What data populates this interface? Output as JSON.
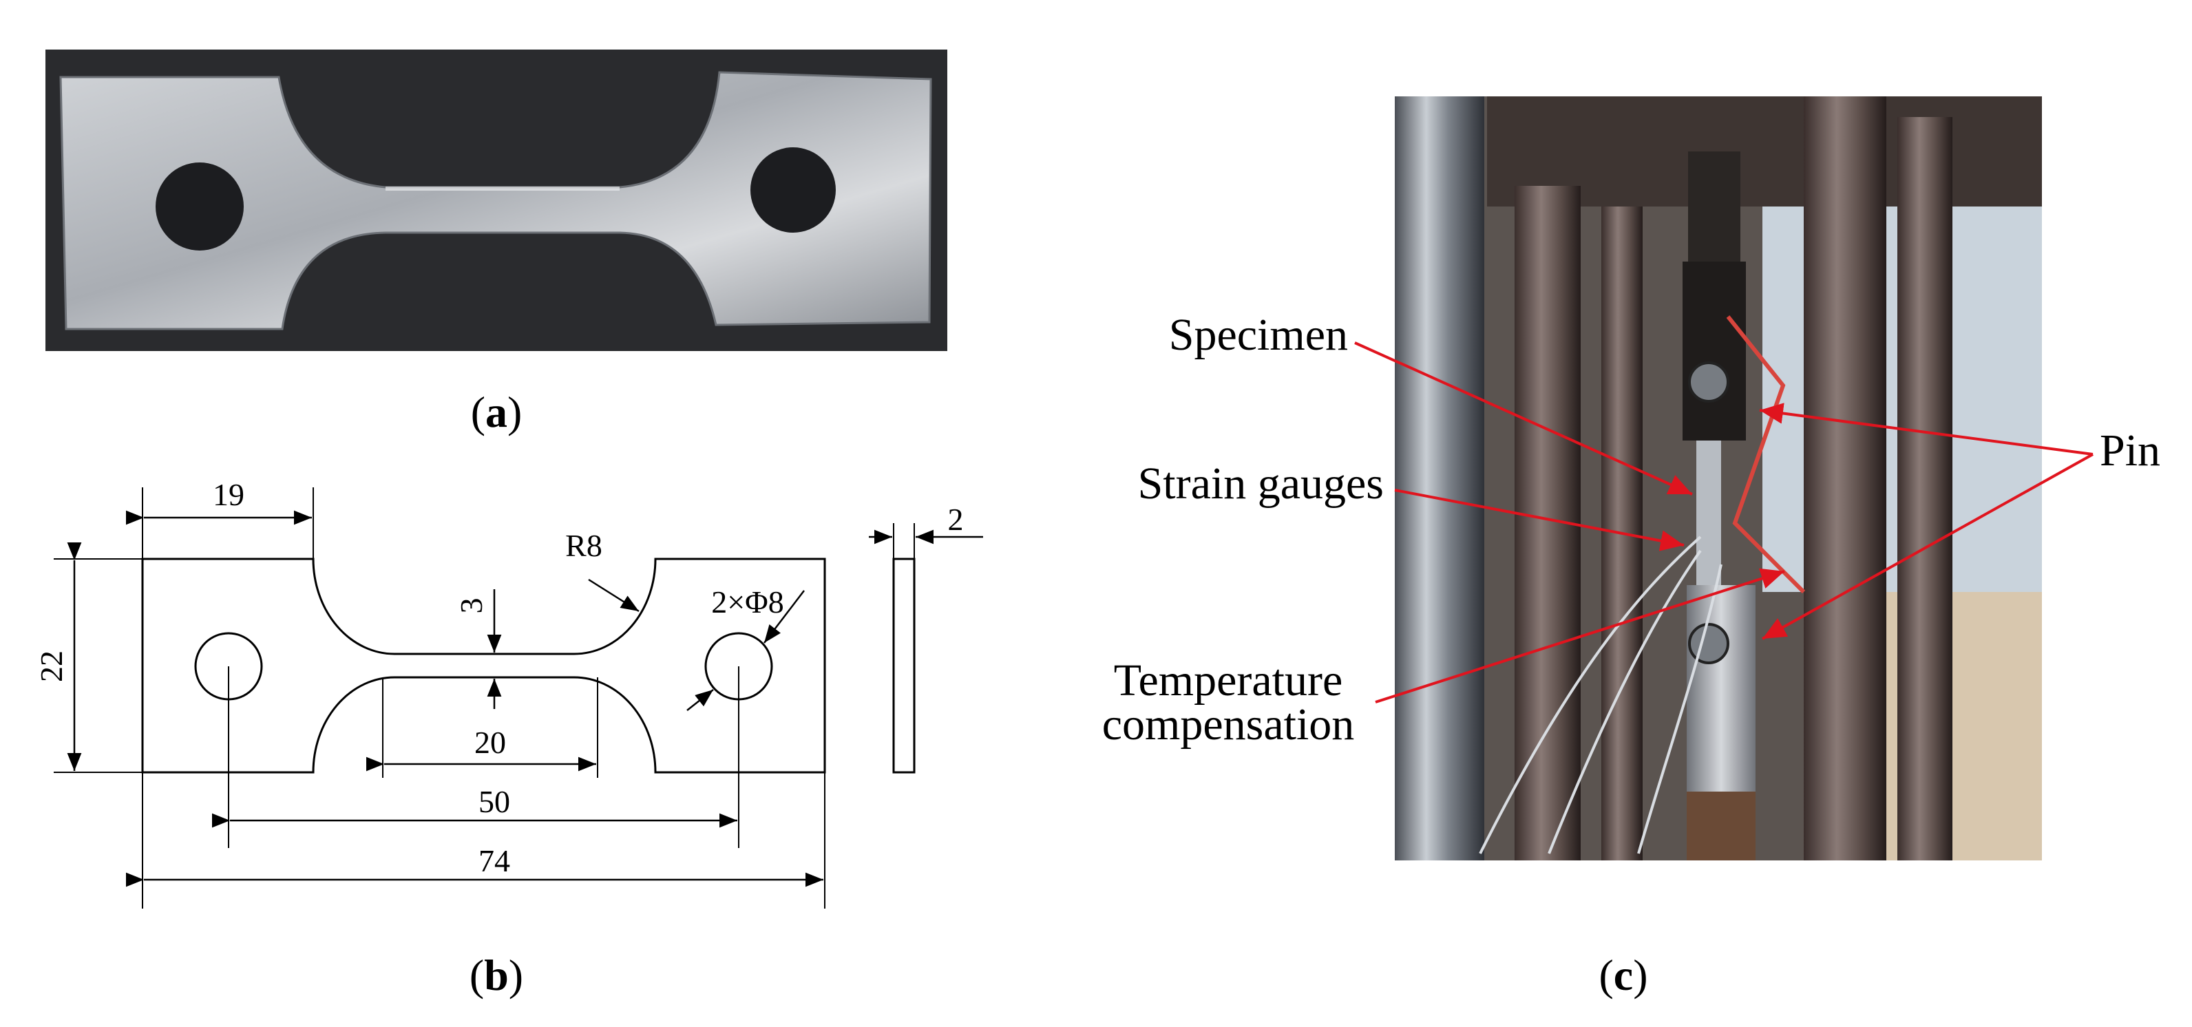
{
  "panels": {
    "a": {
      "caption": {
        "open": "(",
        "letter": "a",
        "close": ")"
      }
    },
    "b": {
      "caption": {
        "open": "(",
        "letter": "b",
        "close": ")"
      },
      "dimensions": {
        "grip_length": "19",
        "width": "22",
        "fillet_radius": "R8",
        "gauge_width": "3",
        "hole_spec": "2×Φ8",
        "gauge_length": "20",
        "hole_spacing": "50",
        "total_length": "74",
        "thickness": "2"
      }
    },
    "c": {
      "caption": {
        "open": "(",
        "letter": "c",
        "close": ")"
      },
      "labels": {
        "specimen": "Specimen",
        "strain_gauges": "Strain gauges",
        "temperature_line1": "Temperature",
        "temperature_line2": "compensation",
        "pin": "Pin"
      }
    }
  },
  "colors": {
    "arrow": "#e0141e",
    "line": "#000000"
  }
}
